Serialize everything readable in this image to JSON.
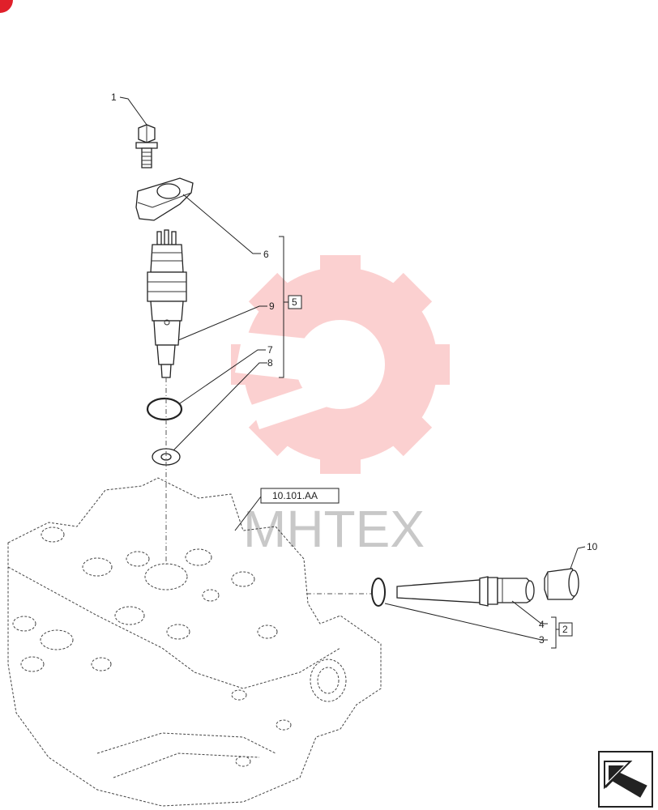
{
  "callouts": {
    "c1": "1",
    "c6": "6",
    "c9": "9",
    "c7": "7",
    "c8": "8",
    "c10": "10",
    "c4": "4",
    "c3": "3"
  },
  "kits": {
    "injector_kit": "5",
    "pipe_kit": "2"
  },
  "reference": {
    "cylinder_head": "10.101.AA"
  },
  "watermark": {
    "text": "MHTEX",
    "color": "#f06060"
  },
  "icons": {
    "corner_marker": "red-dot-icon",
    "nav": "arrow-back-icon"
  }
}
